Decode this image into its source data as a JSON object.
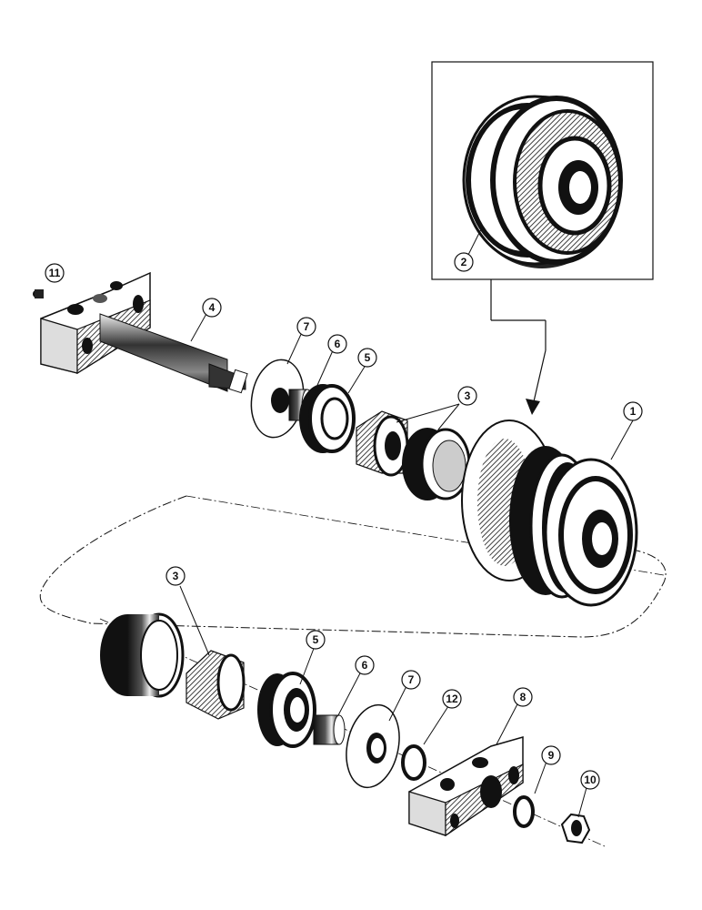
{
  "diagram": {
    "callouts": [
      {
        "id": "c1",
        "label": "1"
      },
      {
        "id": "c2",
        "label": "2"
      },
      {
        "id": "c3a",
        "label": "3"
      },
      {
        "id": "c3b",
        "label": "3"
      },
      {
        "id": "c4",
        "label": "4"
      },
      {
        "id": "c5a",
        "label": "5"
      },
      {
        "id": "c5b",
        "label": "5"
      },
      {
        "id": "c6a",
        "label": "6"
      },
      {
        "id": "c6b",
        "label": "6"
      },
      {
        "id": "c7a",
        "label": "7"
      },
      {
        "id": "c7b",
        "label": "7"
      },
      {
        "id": "c8",
        "label": "8"
      },
      {
        "id": "c9",
        "label": "9"
      },
      {
        "id": "c10",
        "label": "10"
      },
      {
        "id": "c11",
        "label": "11"
      },
      {
        "id": "c12",
        "label": "12"
      }
    ],
    "colors": {
      "ink": "#111111",
      "paper": "#ffffff"
    }
  }
}
